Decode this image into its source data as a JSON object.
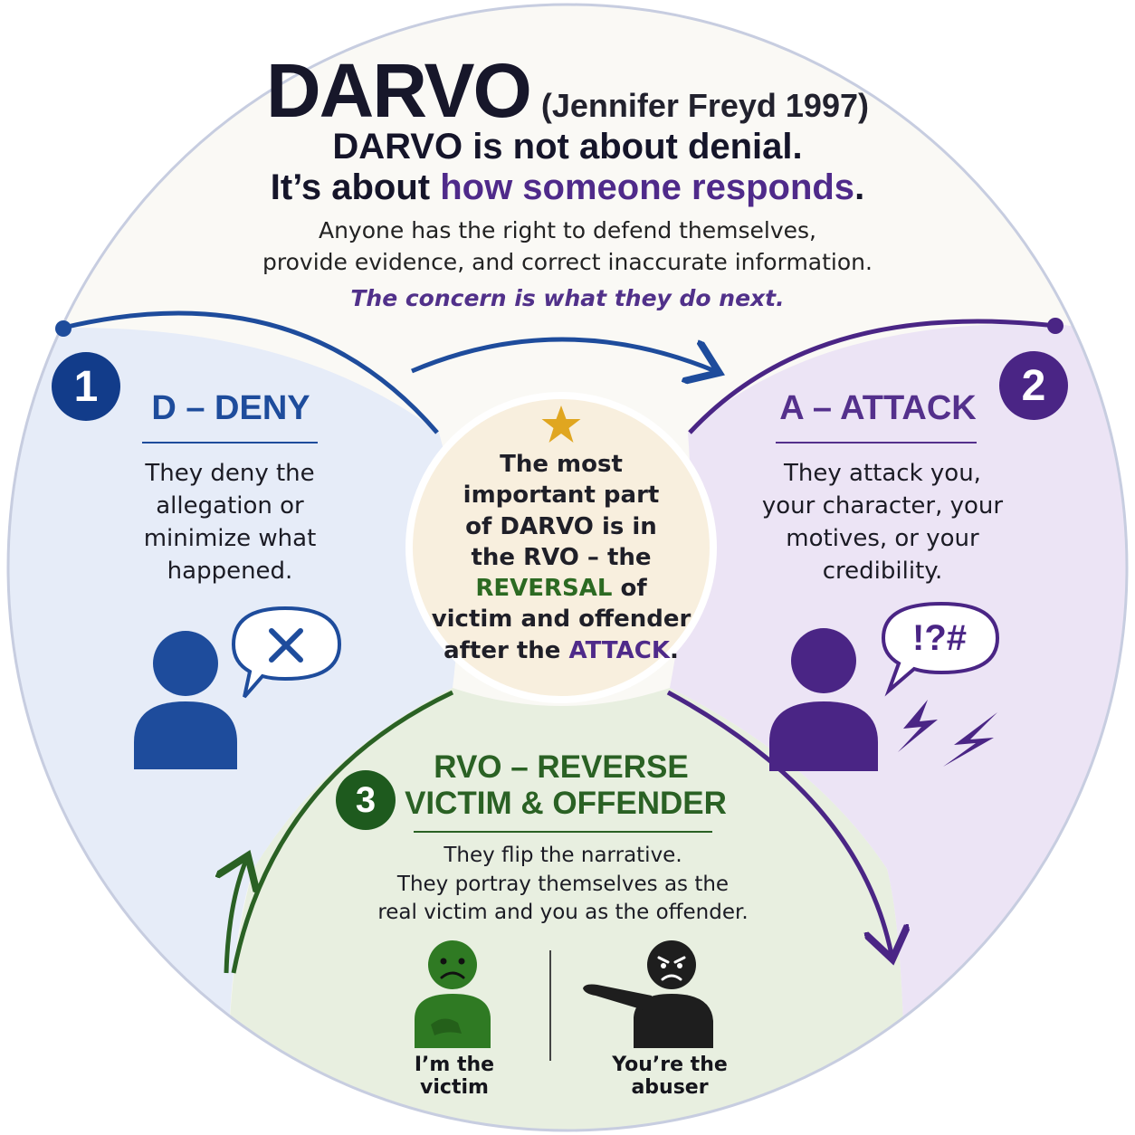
{
  "title": {
    "main": "DARVO",
    "citation": "(Jennifer Freyd 1997)"
  },
  "headline": {
    "line1": "DARVO is not about denial.",
    "line2_prefix": "It’s about ",
    "line2_highlight": "how someone responds",
    "line2_suffix": "."
  },
  "intro": {
    "line1": "Anyone has the right to defend themselves,",
    "line2": "provide evidence, and correct inaccurate information.",
    "concern": "The concern is what they do next."
  },
  "sections": {
    "deny": {
      "number": "1",
      "title": "D – DENY",
      "body": [
        "They deny the",
        "allegation or",
        "minimize what",
        "happened."
      ],
      "color": "#1e4c9c",
      "icons": [
        "person-icon",
        "speech-bubble-x-icon"
      ]
    },
    "attack": {
      "number": "2",
      "title": "A – ATTACK",
      "body": [
        "They attack you,",
        "your character, your",
        "motives, or your",
        "credibility."
      ],
      "bubble_text": "!?#",
      "color": "#54308c",
      "icons": [
        "person-icon",
        "speech-bubble-icon",
        "lightning-icon"
      ]
    },
    "rvo": {
      "number": "3",
      "title_line1": "RVO – REVERSE",
      "title_line2": "VICTIM & OFFENDER",
      "body": [
        "They flip the narrative.",
        "They portray themselves as the",
        "real victim and you as the offender."
      ],
      "color": "#2a6124",
      "victim_caption": [
        "I’m the",
        "victim"
      ],
      "abuser_caption": [
        "You’re the",
        "abuser"
      ],
      "icons": [
        "sad-person-icon",
        "angry-pointing-person-icon"
      ]
    }
  },
  "center": {
    "icon": "star-icon",
    "line1": "The most",
    "line2": "important part",
    "line3": "of DARVO is in",
    "line4": "the RVO – the",
    "line5_highlight": "REVERSAL",
    "line5_suffix": " of",
    "line6": "victim and offender",
    "line7_prefix": "after the ",
    "line7_highlight": "ATTACK",
    "line7_suffix": "."
  },
  "colors": {
    "deny_bg": "#e6ecf8",
    "attack_bg": "#ece4f5",
    "rvo_bg": "#e8efe0",
    "center_bg": "#f8efde",
    "top_bg": "#faf9f5"
  }
}
